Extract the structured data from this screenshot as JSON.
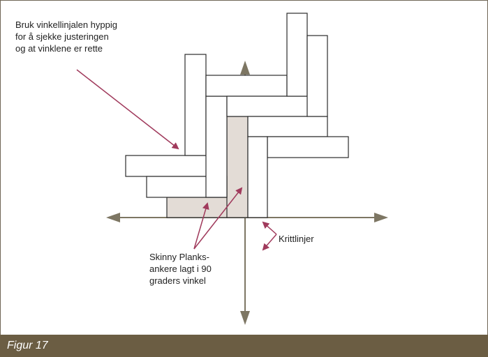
{
  "labels": {
    "top_note": "Bruk vinkellinjalen hyppig\nfor å sjekke justeringen\nog at vinklene er rette",
    "chalk_lines": "Krittlinjer",
    "anchors": "Skinny Planks-\nankere lagt i 90\ngraders vinkel"
  },
  "caption": "Figur 17",
  "colors": {
    "frame": "#6f6656",
    "caption_bg": "#6b5d43",
    "caption_text": "#ffffff",
    "axis": "#7d7663",
    "plank_stroke": "#2b2b2b",
    "plank_fill": "#ffffff",
    "anchor_fill": "#e3dcd6",
    "arrow": "#a03a5c"
  },
  "icons": {
    "axis_arrowheads": "arrowhead-icon",
    "pointer_arrows": "arrow-icon"
  }
}
